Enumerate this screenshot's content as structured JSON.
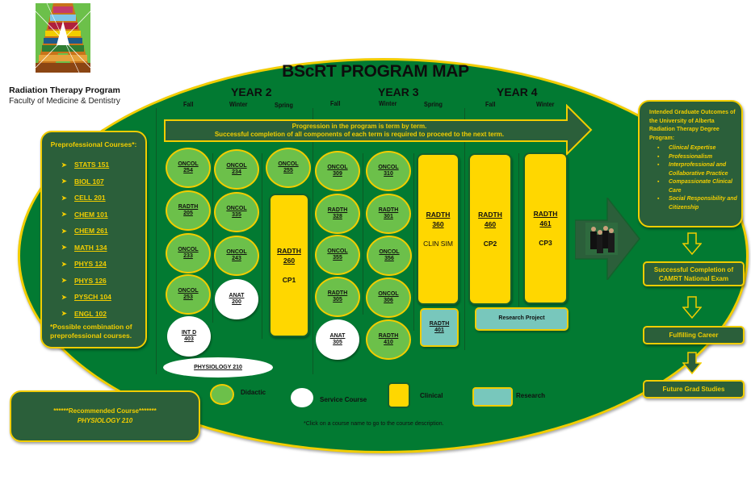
{
  "header": {
    "org_title": "Radiation Therapy Program",
    "org_subtitle": "Faculty of Medicine & Dentistry",
    "logo_icon": "ua-logo-icon"
  },
  "map": {
    "title": "BScRT PROGRAM MAP",
    "years": [
      {
        "label": "YEAR 2",
        "terms": [
          "Fall",
          "Winter",
          "Spring"
        ]
      },
      {
        "label": "YEAR 3",
        "terms": [
          "Fall",
          "Winter",
          "Spring"
        ]
      },
      {
        "label": "YEAR 4",
        "terms": [
          "Fall",
          "Winter"
        ]
      }
    ],
    "progression": {
      "line1": "Progression in the program is term by term.",
      "line2": "Successful completion of all components of each term is required to proceed to the next term."
    }
  },
  "preprofessional": {
    "heading": "Preprofessional Courses*:",
    "courses": [
      "STATS 151",
      "BIOL 107",
      "CELL 201",
      "CHEM 101",
      "CHEM 261",
      "MATH 134",
      "PHYS 124",
      "PHYS 126",
      "PYSCH 104",
      "ENGL 102"
    ],
    "note": "*Possible combination of preprofessional courses."
  },
  "courses": {
    "y2_fall": [
      {
        "dept": "ONCOL",
        "num": "254",
        "type": "didactic"
      },
      {
        "dept": "RADTH",
        "num": "205",
        "type": "didactic"
      },
      {
        "dept": "ONCOL",
        "num": "233",
        "type": "didactic"
      },
      {
        "dept": "ONCOL",
        "num": "253",
        "type": "didactic"
      },
      {
        "dept": "INT D",
        "num": "403",
        "type": "service"
      }
    ],
    "y2_winter": [
      {
        "dept": "ONCOL",
        "num": "234",
        "type": "didactic"
      },
      {
        "dept": "ONCOL",
        "num": "335",
        "type": "didactic"
      },
      {
        "dept": "ONCOL",
        "num": "243",
        "type": "didactic"
      },
      {
        "dept": "ANAT",
        "num": "200",
        "type": "service"
      }
    ],
    "y2_spring": [
      {
        "dept": "ONCOL",
        "num": "255",
        "type": "didactic"
      },
      {
        "dept": "RADTH",
        "num": "260",
        "sub": "CP1",
        "type": "clinical"
      }
    ],
    "y3_fall": [
      {
        "dept": "ONCOL",
        "num": "309",
        "type": "didactic"
      },
      {
        "dept": "RADTH",
        "num": "328",
        "type": "didactic"
      },
      {
        "dept": "ONCOL",
        "num": "355",
        "type": "didactic"
      },
      {
        "dept": "RADTH",
        "num": "305",
        "type": "didactic"
      },
      {
        "dept": "ANAT",
        "num": "305",
        "type": "service"
      }
    ],
    "y3_winter": [
      {
        "dept": "ONCOL",
        "num": "310",
        "type": "didactic"
      },
      {
        "dept": "RADTH",
        "num": "301",
        "type": "didactic"
      },
      {
        "dept": "ONCOL",
        "num": "356",
        "type": "didactic"
      },
      {
        "dept": "ONCOL",
        "num": "306",
        "type": "didactic"
      },
      {
        "dept": "RADTH",
        "num": "410",
        "type": "didactic"
      }
    ],
    "y3_spring": [
      {
        "dept": "RADTH",
        "num": "360",
        "sub": "CLIN SIM",
        "type": "clinical"
      },
      {
        "dept": "RADTH",
        "num": "401",
        "type": "research"
      }
    ],
    "y4_fall": [
      {
        "dept": "RADTH",
        "num": "460",
        "sub": "CP2",
        "type": "clinical"
      }
    ],
    "y4_winter": [
      {
        "dept": "RADTH",
        "num": "461",
        "sub": "CP3",
        "type": "clinical"
      }
    ],
    "research_project": "Research Project",
    "physiology": "PHYSIOLOGY 210"
  },
  "outcomes": {
    "heading": "Intended Graduate Outcomes of the University of Alberta Radiation Therapy Degree Program:",
    "items": [
      "Clinical Expertise",
      "Professionalism",
      "Interprofessional and Collaborative Practice",
      "Compassionate Clinical Care",
      "Social Responsibility and Citizenship"
    ]
  },
  "pathway": [
    "Successful Completion of CAMRT National Exam",
    "Fulfilling Career",
    "Future Grad Studies"
  ],
  "recommended": {
    "line1": "******Recommended Course*******",
    "line2": "PHYSIOLOGY 210"
  },
  "legend": {
    "didactic": "Didactic",
    "service": "Service Course",
    "clinical": "Clinical",
    "research": "Research"
  },
  "note": "*Click on a course name to go to the course description.",
  "colors": {
    "background_green": "#027a32",
    "panel_green": "#2b5f3a",
    "accent_yellow": "#f2cd00",
    "didactic": "#6cc04a",
    "clinical": "#ffd700",
    "research": "#78c7bc",
    "service": "#ffffff"
  }
}
